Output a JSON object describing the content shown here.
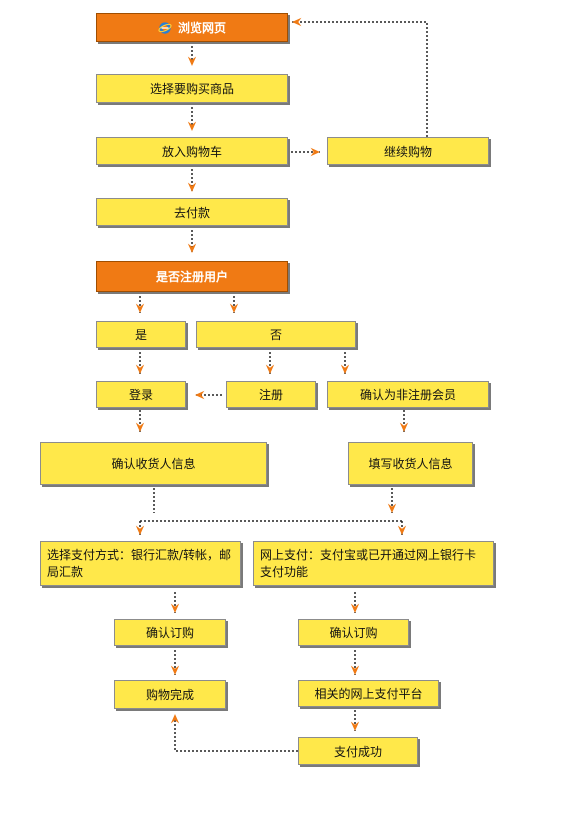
{
  "nodes": {
    "browse": "浏览网页",
    "select_goods": "选择要购买商品",
    "add_cart": "放入购物车",
    "continue_shopping": "继续购物",
    "checkout": "去付款",
    "is_registered": "是否注册用户",
    "yes": "是",
    "no": "否",
    "login": "登录",
    "register": "注册",
    "confirm_nonmember": "确认为非注册会员",
    "confirm_receiver": "确认收货人信息",
    "fill_receiver": "填写收货人信息",
    "offline_pay": "选择支付方式：银行汇款/转帐，邮局汇款",
    "online_pay": "网上支付：支付宝或已开通过网上银行卡支付功能",
    "confirm_order_left": "确认订购",
    "confirm_order_right": "确认订购",
    "purchase_done": "购物完成",
    "payment_platform": "相关的网上支付平台",
    "pay_success": "支付成功"
  },
  "icons": {
    "browse": "internet-explorer-icon"
  },
  "colors": {
    "box": "#ffe84a",
    "header": "#f07a14",
    "arrow": "#f07a14",
    "connector": "#222222"
  }
}
